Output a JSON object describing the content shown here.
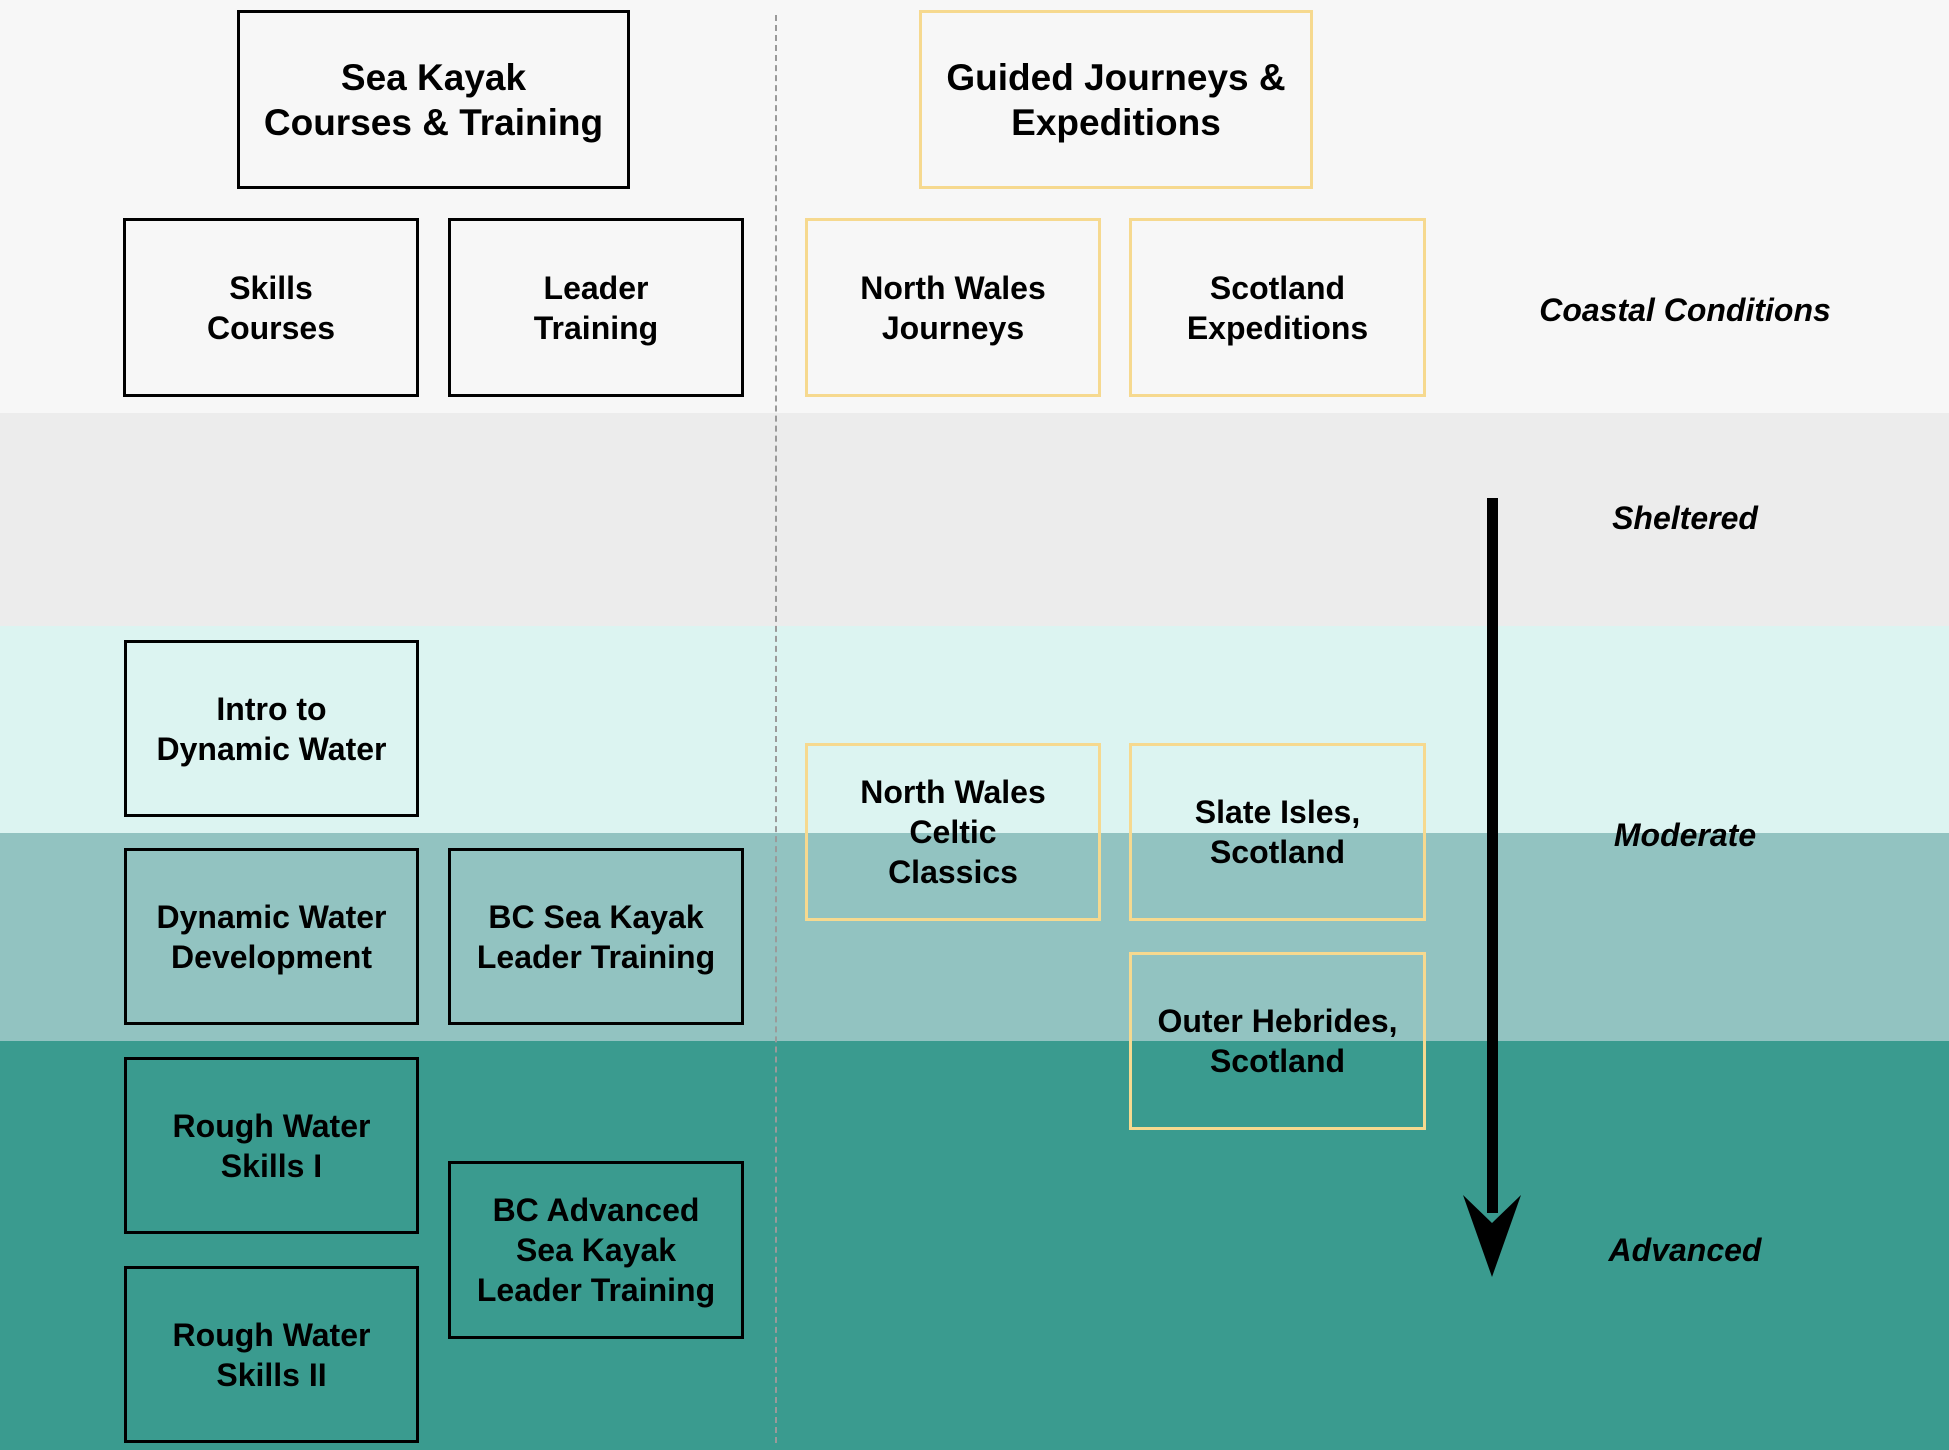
{
  "colors": {
    "background": "#f7f7f7",
    "sheltered": "#ececec",
    "moderate_light": "#dcf4f1",
    "moderate": "#92c3c1",
    "advanced": "#3a9b8f",
    "course_border": "#000000",
    "journey_border": "#f6d98f"
  },
  "courses": {
    "title": "Sea Kayak\nCourses & Training",
    "columns": [
      "Skills\nCourses",
      "Leader\nTraining"
    ],
    "items": [
      "Intro to\nDynamic Water",
      "Dynamic Water\nDevelopment",
      "BC Sea Kayak\nLeader Training",
      "Rough Water\nSkills I",
      "BC Advanced\nSea Kayak\nLeader Training",
      "Rough Water\nSkills II"
    ]
  },
  "journeys": {
    "title": "Guided Journeys &\nExpeditions",
    "columns": [
      "North Wales\nJourneys",
      "Scotland\nExpeditions"
    ],
    "items": [
      "North Wales\nCeltic\nClassics",
      "Slate Isles,\nScotland",
      "Outer Hebrides,\nScotland"
    ]
  },
  "conditions": {
    "title": "Coastal Conditions",
    "levels": [
      "Sheltered",
      "Moderate",
      "Advanced"
    ]
  }
}
